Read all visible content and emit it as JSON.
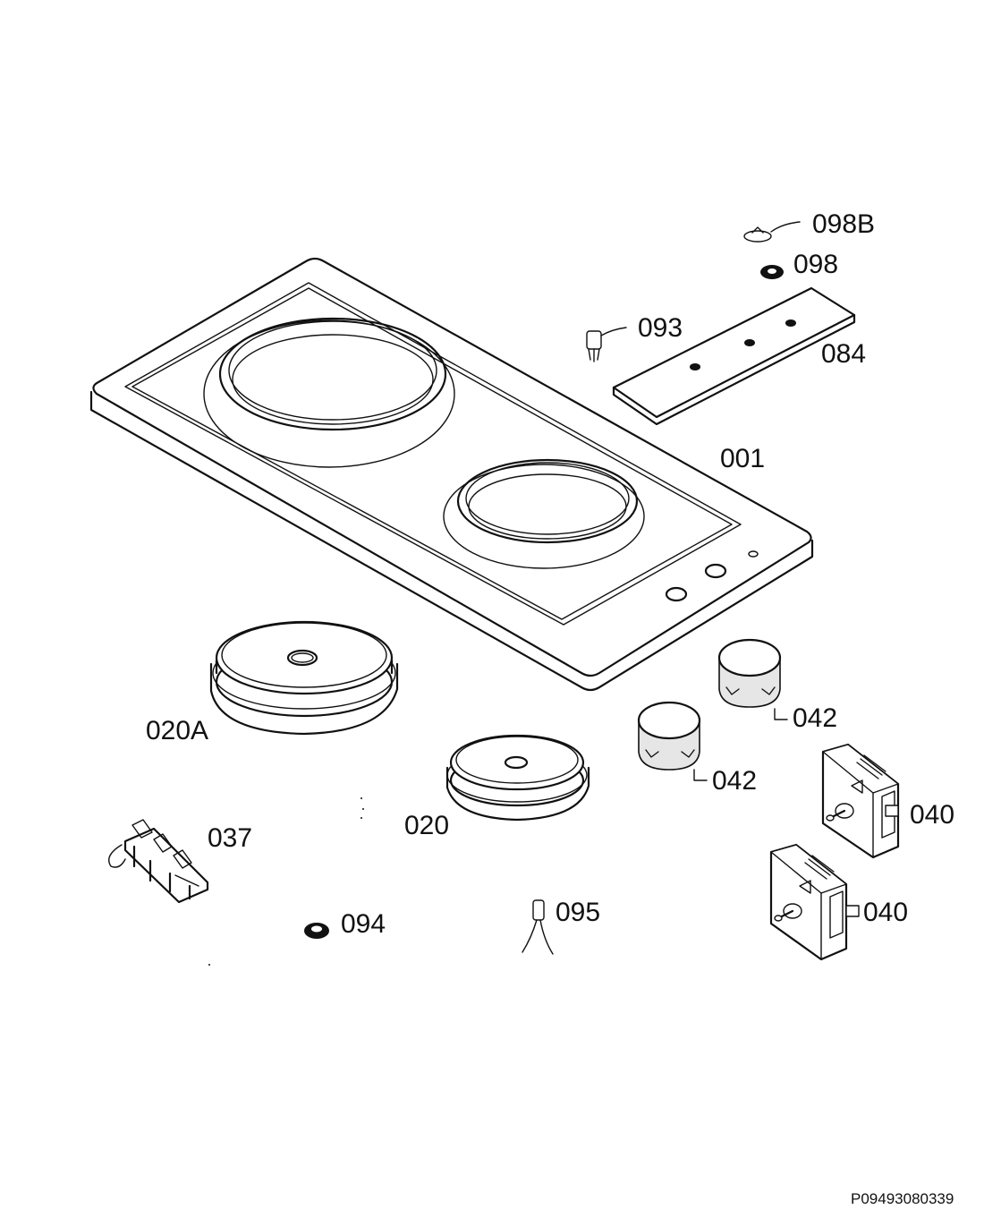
{
  "labels": {
    "p001": "001",
    "p020": "020",
    "p020A": "020A",
    "p037": "037",
    "p040a": "040",
    "p040b": "040",
    "p042a": "042",
    "p042b": "042",
    "p084": "084",
    "p093": "093",
    "p094": "094",
    "p095": "095",
    "p098": "098",
    "p098B": "098B"
  },
  "reference_code": "P09493080339"
}
